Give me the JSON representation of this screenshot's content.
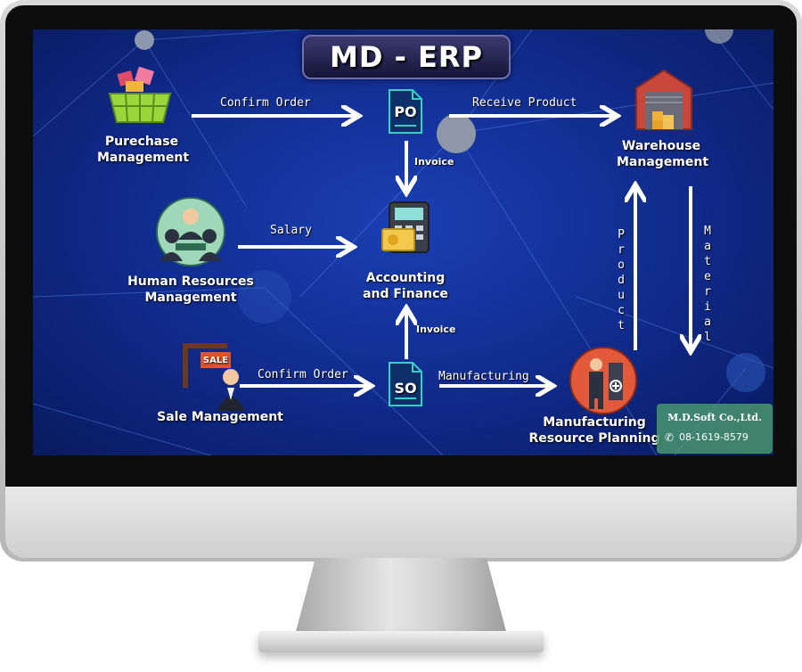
{
  "title": "MD - ERP",
  "nodes": {
    "purchase": [
      "Purechase",
      "Management"
    ],
    "warehouse": [
      "Warehouse",
      "Management"
    ],
    "hr": [
      "Human Resources",
      "Management"
    ],
    "accounting": [
      "Accounting",
      "and Finance"
    ],
    "sale": "Sale Management",
    "mrp": [
      "Manufacturing",
      "Resource Planning"
    ]
  },
  "docs": {
    "po": "PO",
    "so": "SO",
    "sale_sign": "SALE"
  },
  "flows": {
    "confirm_order_top": "Confirm Order",
    "receive_product": "Receive Product",
    "invoice_top": "Invoice",
    "salary": "Salary",
    "invoice_bottom": "Invoice",
    "confirm_order_bottom": "Confirm Order",
    "manufacturing": "Manufacturing",
    "product": "Product",
    "material": "Material"
  },
  "company": {
    "name": "M.D.Soft Co.,Ltd.",
    "phone": "08-1619-8579",
    "phone_icon": "phone-icon"
  },
  "colors": {
    "screen_bg": "#102a8a",
    "arrow": "#ffffff",
    "company_box": "#4ea06e"
  }
}
